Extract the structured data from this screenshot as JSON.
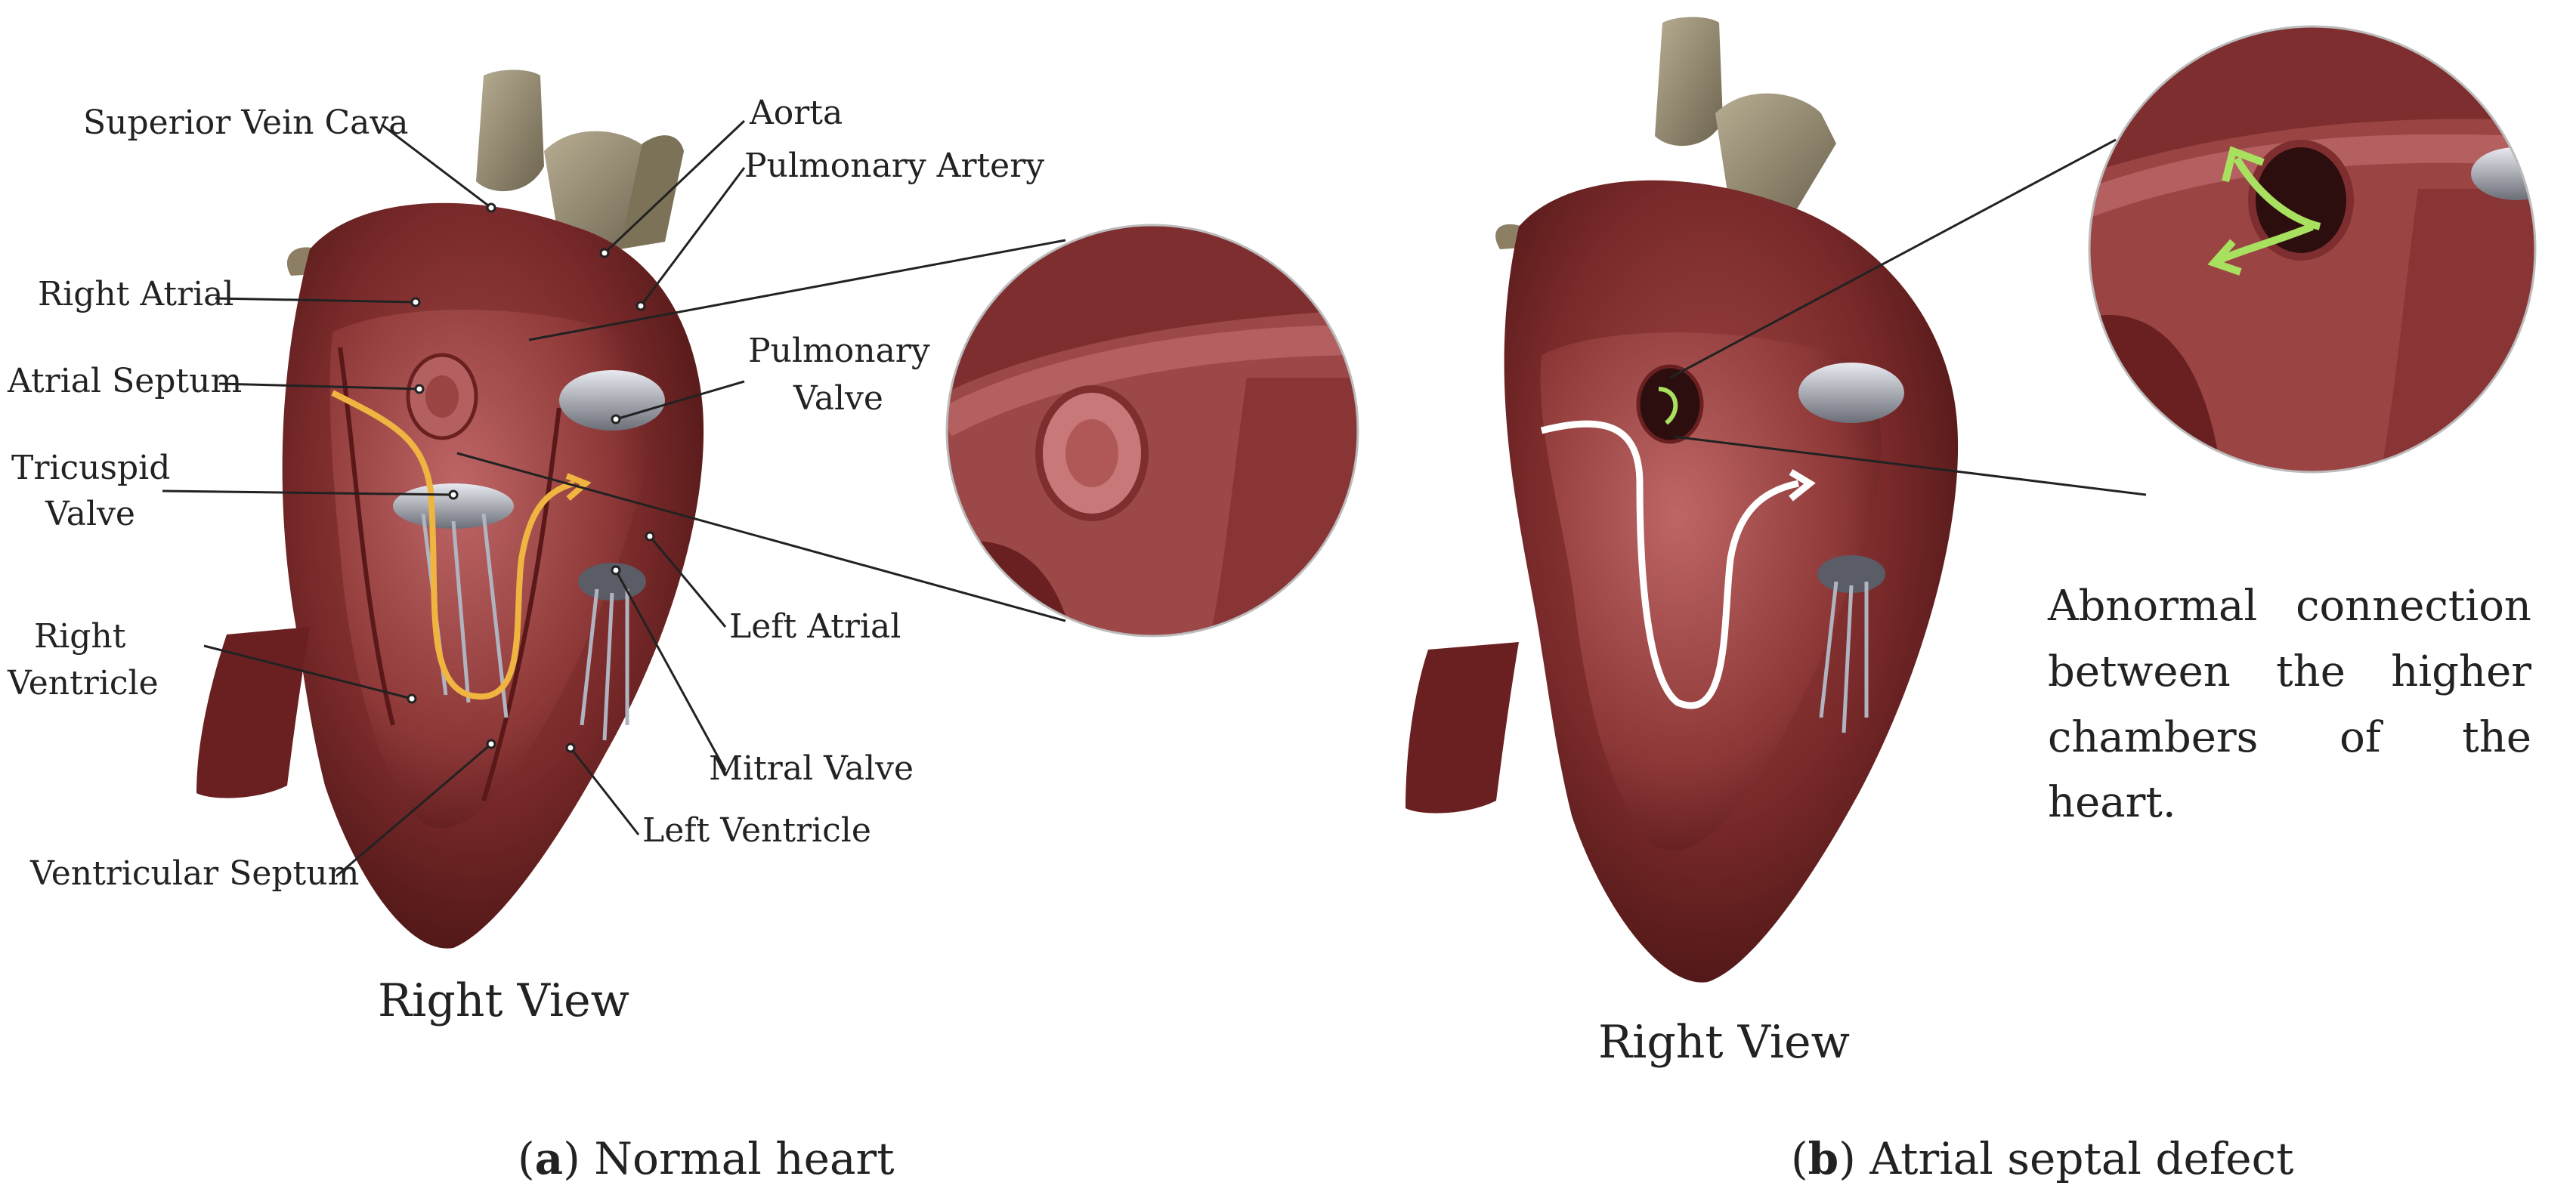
{
  "panel_a": {
    "labels": {
      "superior_vein_cava": "Superior Vein Cava",
      "aorta": "Aorta",
      "pulmonary_artery": "Pulmonary Artery",
      "right_atrial": "Right Atrial",
      "atrial_septum": "Atrial Septum",
      "pulmonary_valve_1": "Pulmonary",
      "pulmonary_valve_2": "Valve",
      "tricuspid_valve_1": "Tricuspid",
      "tricuspid_valve_2": "Valve",
      "left_atrial": "Left Atrial",
      "right_ventricle_1": "Right",
      "right_ventricle_2": "Ventricle",
      "mitral_valve": "Mitral Valve",
      "left_ventricle": "Left Ventricle",
      "ventricular_septum": "Ventricular Septum"
    },
    "view_title": "Right View",
    "caption_letter": "a",
    "caption_text": " Normal heart"
  },
  "panel_b": {
    "annotation": "Abnormal connection between the higher chambers of the heart.",
    "view_title": "Right View",
    "caption_letter": "b",
    "caption_text": " Atrial septal defect"
  },
  "colors": {
    "heart_muscle": "#7a2a2a",
    "heart_dark": "#4e1515",
    "heart_light": "#a85050",
    "vessel": "#8e8468",
    "valve": "#b8bcc8",
    "flow_normal": "#f0b440",
    "flow_defect": "#ffffff",
    "defect_arrow": "#a8e060"
  }
}
